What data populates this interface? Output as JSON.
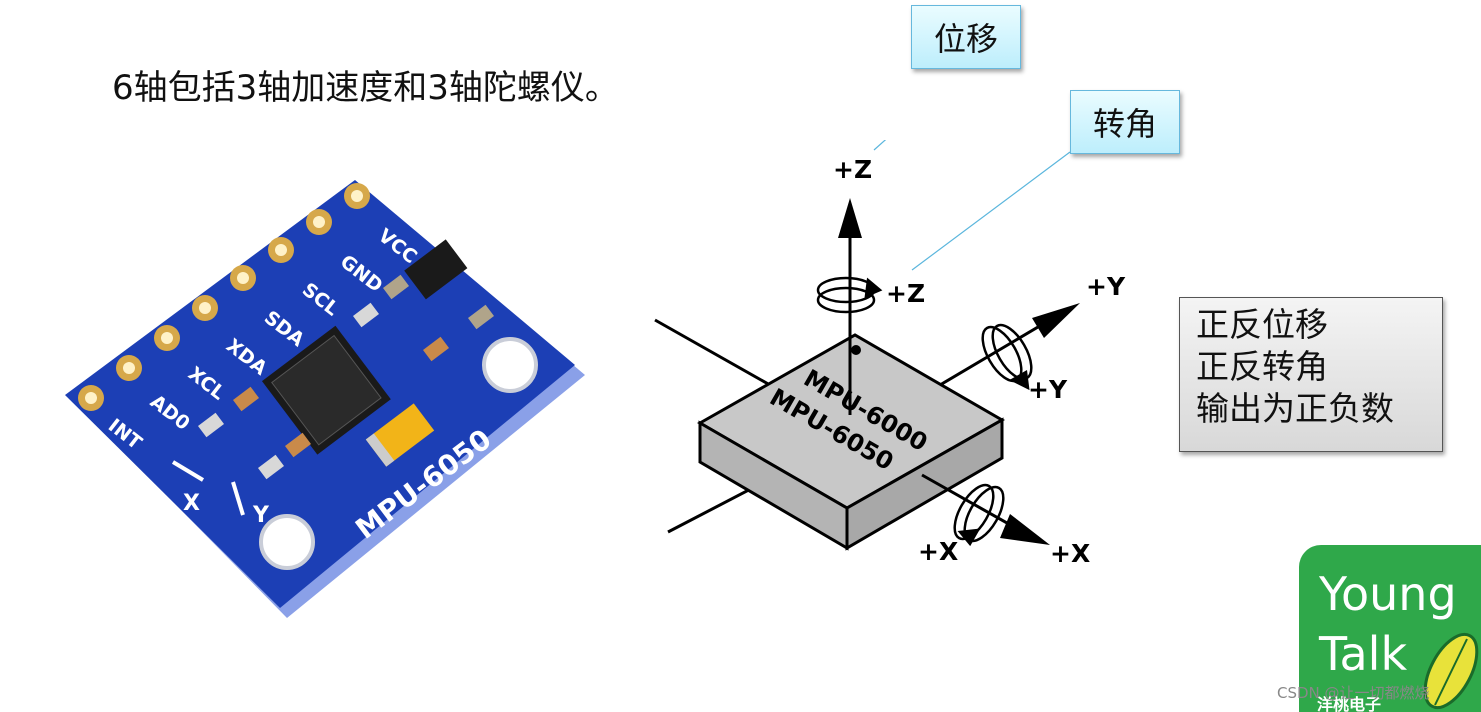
{
  "title": "6轴包括3轴加速度和3轴陀螺仪。",
  "callouts": {
    "displacement": "位移",
    "rotation": "转角"
  },
  "note": {
    "line1": "正反位移",
    "line2": "正反转角",
    "line3": "输出为正负数"
  },
  "board": {
    "pins": [
      "VCC",
      "GND",
      "SCL",
      "SDA",
      "XDA",
      "XCL",
      "AD0",
      "INT"
    ],
    "model": "MPU-6050",
    "axis_x": "X",
    "axis_y": "Y"
  },
  "chip": {
    "line1": "MPU-6000",
    "line2": "MPU-6050"
  },
  "axes": {
    "z_linear": "+Z",
    "z_rot": "+Z",
    "y_linear": "+Y",
    "y_rot": "+Y",
    "x_linear": "+X",
    "x_rot": "+X"
  },
  "logo": {
    "line1": "Young",
    "line2": "Talk",
    "sub": "洋桃电子"
  },
  "watermark": "CSDN @让一切都燃烧",
  "colors": {
    "pcb": "#1c3fb5",
    "logo_green": "#2fa84a",
    "chip_face": "#c8c8c8"
  }
}
